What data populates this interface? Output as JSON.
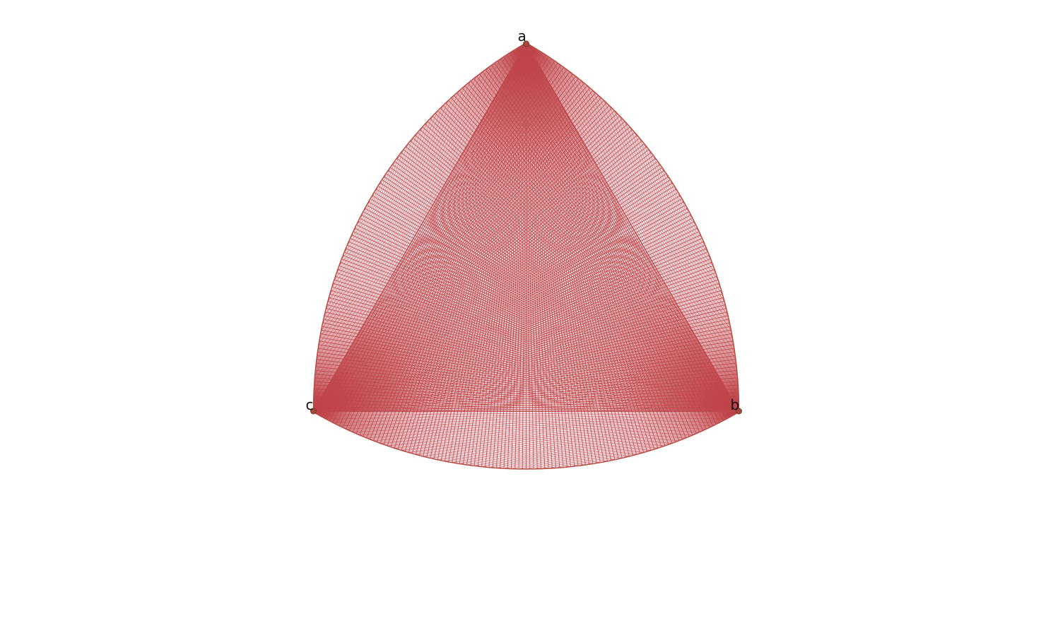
{
  "diagram": {
    "vertices": [
      {
        "id": "a",
        "label": "a"
      },
      {
        "id": "b",
        "label": "b"
      },
      {
        "id": "c",
        "label": "c"
      }
    ],
    "line_color": "#c0464b",
    "arc_color": "#b8453a",
    "vertex_color": "#a34a3c",
    "divisions": 120
  }
}
